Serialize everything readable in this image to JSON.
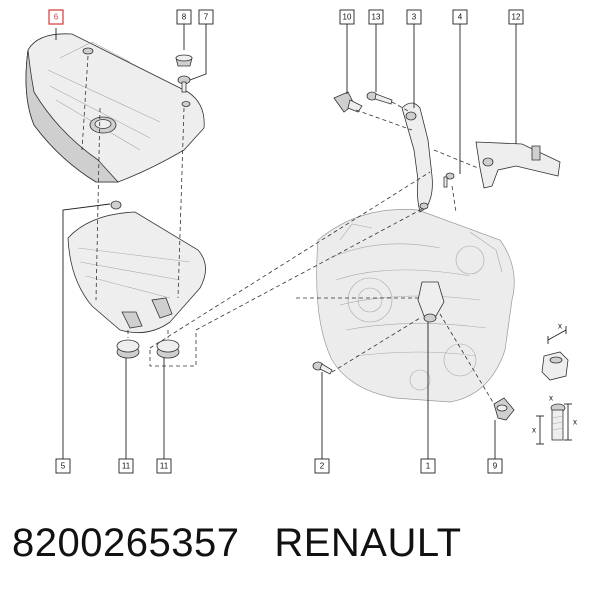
{
  "diagram": {
    "callouts": {
      "c6": "6",
      "c8": "8",
      "c7": "7",
      "c10": "10",
      "c13": "13",
      "c3": "3",
      "c4": "4",
      "c12": "12",
      "c5": "5",
      "c11a": "11",
      "c11b": "11",
      "c2": "2",
      "c1": "1",
      "c9": "9"
    },
    "dimension_marks": {
      "x1": "x",
      "x2": "x",
      "x3": "x",
      "x4": "x"
    },
    "colors": {
      "highlight": "#d23a3a",
      "line": "#222222"
    }
  },
  "caption": {
    "part_number": "8200265357",
    "brand": "RENAULT"
  }
}
